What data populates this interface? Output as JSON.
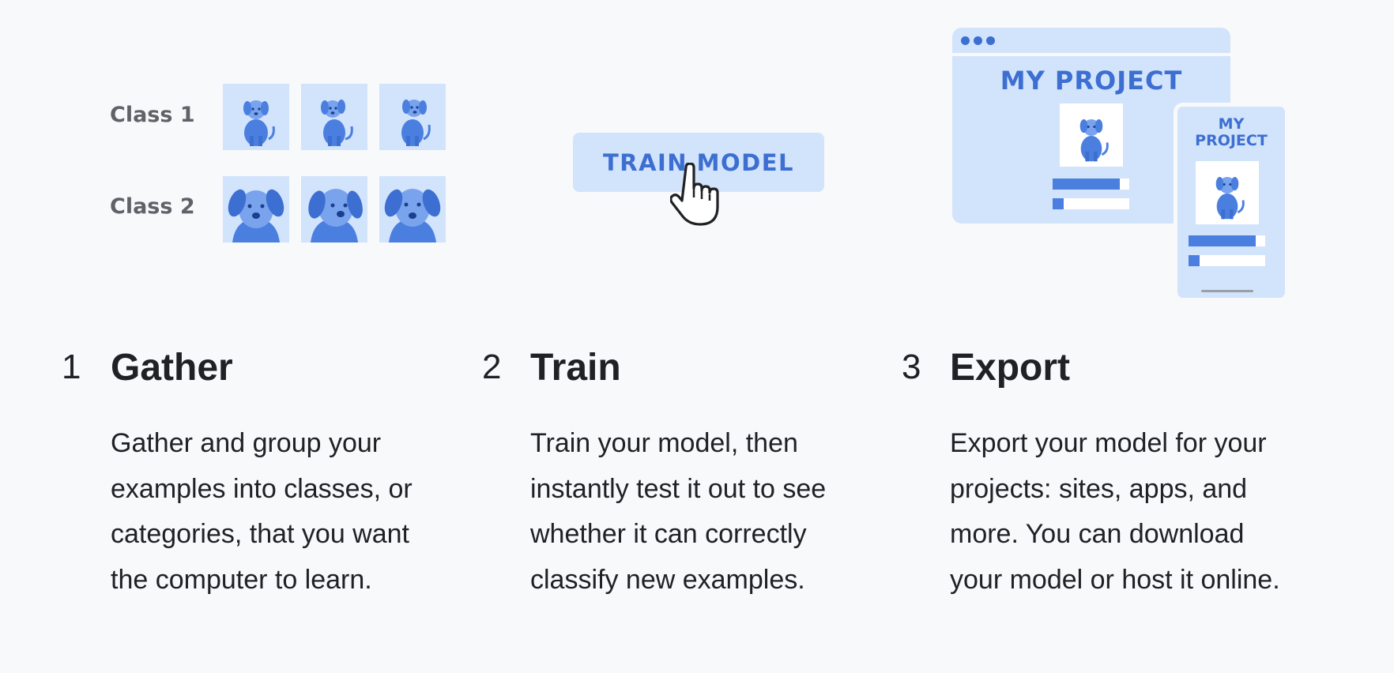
{
  "gather_illustration": {
    "class_labels": [
      "Class 1",
      "Class 2"
    ]
  },
  "train_illustration": {
    "button_label": "TRAIN MODEL"
  },
  "export_illustration": {
    "browser_title": "MY PROJECT",
    "phone_title": "MY\nPROJECT",
    "browser_bars": [
      0.88,
      0.14
    ],
    "phone_bars": [
      0.88,
      0.14
    ]
  },
  "steps": [
    {
      "number": "1",
      "title": "Gather",
      "description": "Gather and group your examples into classes, or categories, that you want the computer to learn."
    },
    {
      "number": "2",
      "title": "Train",
      "description": "Train your model, then instantly test it out to see whether it can correctly classify new examples."
    },
    {
      "number": "3",
      "title": "Export",
      "description": "Export your model for your projects: sites, apps, and more. You can download your model or host it online."
    }
  ],
  "colors": {
    "accent": "#3c6fd1",
    "tile": "#d2e3fc",
    "background": "#f8f9fb"
  },
  "icons": [
    "sitting-dog-icon",
    "dog-face-icon",
    "hand-pointer-icon"
  ]
}
